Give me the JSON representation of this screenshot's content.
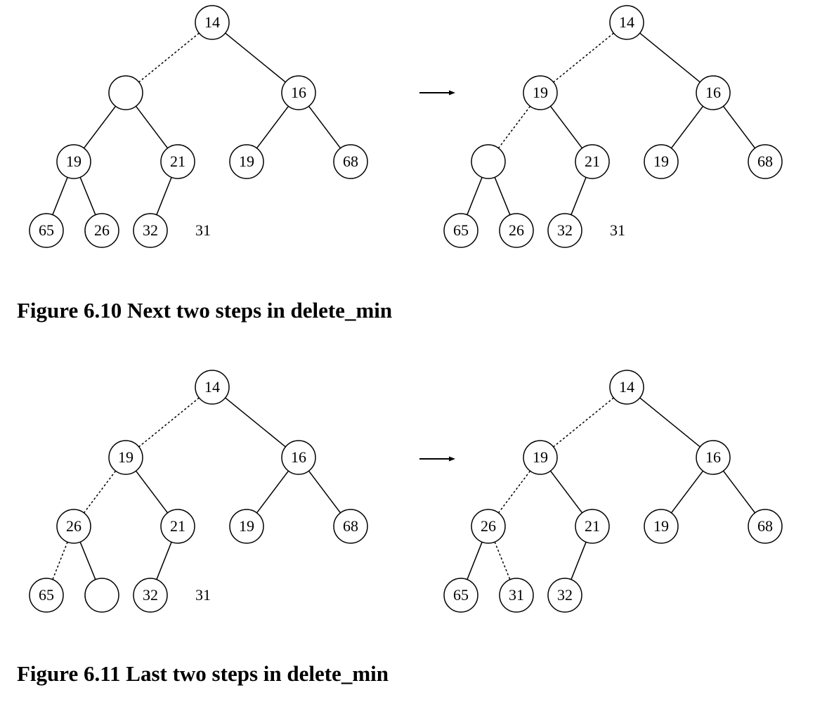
{
  "figures": [
    {
      "caption": "Figure 6.10 Next two steps in delete_min",
      "panels": [
        {
          "nodes": [
            "14",
            "",
            "16",
            "19",
            "21",
            "19",
            "68",
            "65",
            "26",
            "32"
          ],
          "pending_value": "31",
          "dashed_edges": [
            [
              0,
              1
            ]
          ]
        },
        {
          "nodes": [
            "14",
            "19",
            "16",
            "",
            "21",
            "19",
            "68",
            "65",
            "26",
            "32"
          ],
          "pending_value": "31",
          "dashed_edges": [
            [
              0,
              1
            ],
            [
              1,
              3
            ]
          ]
        }
      ]
    },
    {
      "caption": "Figure 6.11 Last two steps in delete_min",
      "panels": [
        {
          "nodes": [
            "14",
            "19",
            "16",
            "26",
            "21",
            "19",
            "68",
            "65",
            "",
            "32"
          ],
          "pending_value": "31",
          "dashed_edges": [
            [
              0,
              1
            ],
            [
              1,
              3
            ],
            [
              3,
              7
            ]
          ]
        },
        {
          "nodes": [
            "14",
            "19",
            "16",
            "26",
            "21",
            "19",
            "68",
            "65",
            "31",
            "32"
          ],
          "pending_value": "",
          "dashed_edges": [
            [
              0,
              1
            ],
            [
              1,
              3
            ],
            [
              3,
              8
            ]
          ]
        }
      ]
    }
  ]
}
